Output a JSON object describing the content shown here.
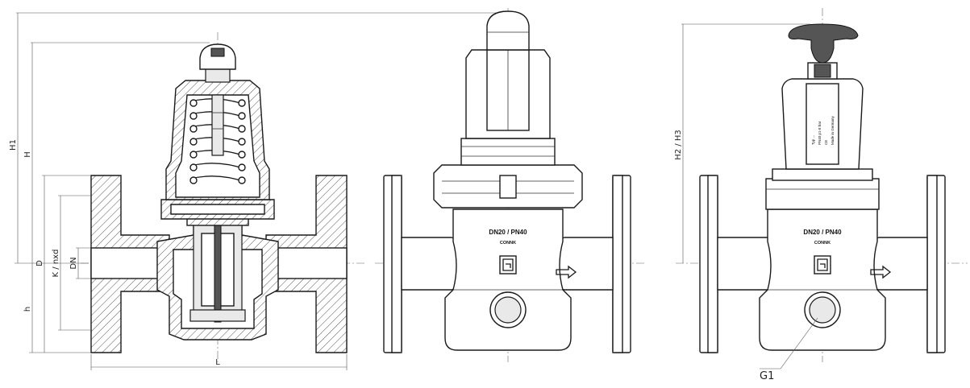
{
  "dimensions": {
    "H1": "H1",
    "H": "H",
    "D": "D",
    "K_nxd": "K / nxd",
    "DN": "DN",
    "h": "h",
    "L": "L",
    "H2_H3": "H2 / H3",
    "G1": "G1"
  },
  "views": {
    "front": {
      "marking_top": "DN20 / PN40",
      "brand": "CONNK"
    },
    "side": {
      "marking_top": "DN20 / PN40",
      "brand": "CONNK",
      "plate_lines": [
        "Typ ...",
        "PN40 p1-8 bar",
        "CE",
        "Made in Germany"
      ]
    }
  }
}
